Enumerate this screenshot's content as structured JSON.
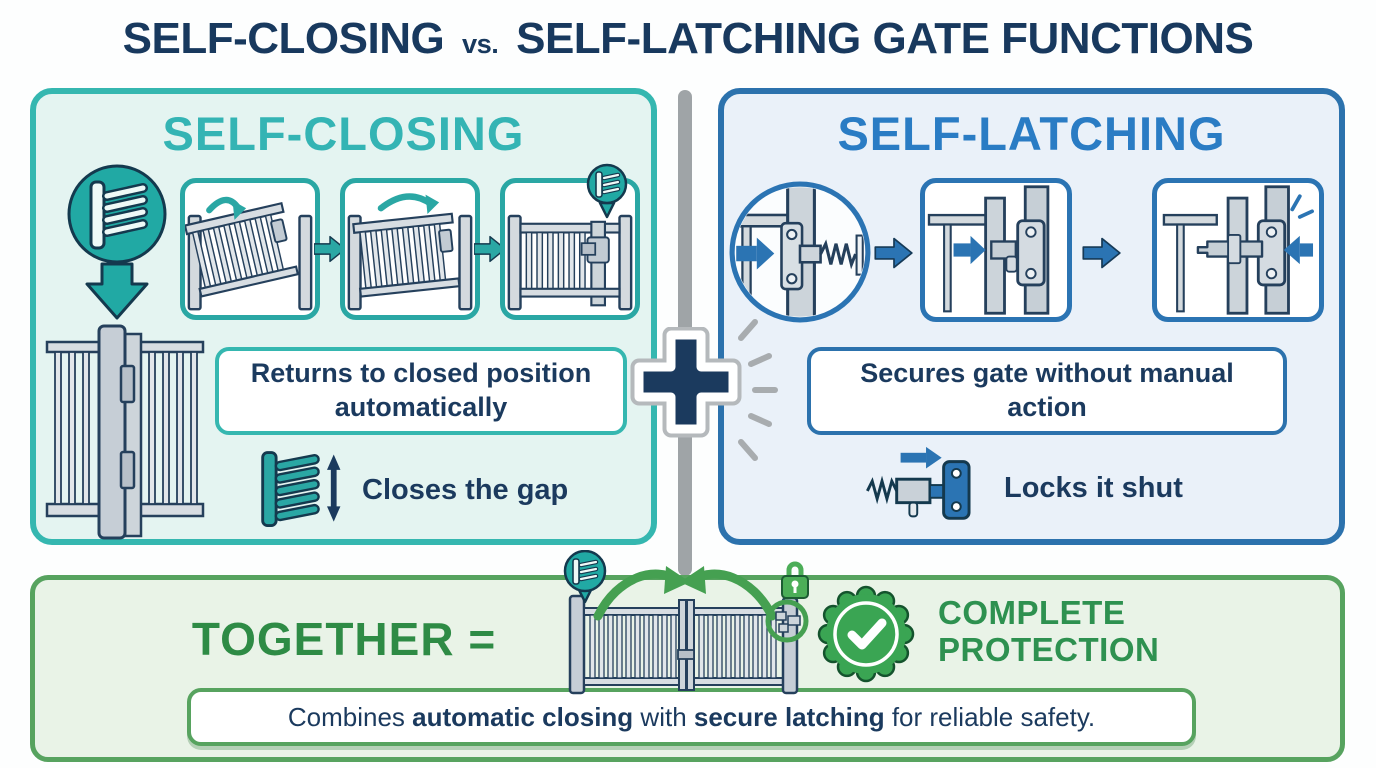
{
  "title": {
    "left": "SELF-CLOSING",
    "vs": "vs.",
    "right": "SELF-LATCHING GATE FUNCTIONS"
  },
  "left_panel": {
    "heading": "SELF-CLOSING",
    "caption": "Returns to closed position automatically",
    "tagline": "Closes the gap"
  },
  "right_panel": {
    "heading": "SELF-LATCHING",
    "caption": "Secures gate without manual action",
    "tagline": "Locks it shut"
  },
  "together_panel": {
    "heading": "TOGETHER =",
    "badge_line1": "COMPLETE",
    "badge_line2": "PROTECTION",
    "summary": {
      "prefix": "Combines ",
      "bold1": "automatic closing",
      "middle": " with ",
      "bold2": "secure latching",
      "suffix": " for reliable safety."
    }
  },
  "colors": {
    "navy": "#1b3a5e",
    "teal": "#2aa7a4",
    "teal_bg": "#e4f4f1",
    "blue": "#2b74b3",
    "blue_heading": "#2a7cc4",
    "blue_bg": "#eaf1f9",
    "green_heading": "#2e8b45",
    "green_border": "#57a35f",
    "green_bg": "#e9f3e7",
    "seal_green": "#3aa553",
    "padlock_green": "#4cae58",
    "divider_gray": "#9fa4a7"
  }
}
